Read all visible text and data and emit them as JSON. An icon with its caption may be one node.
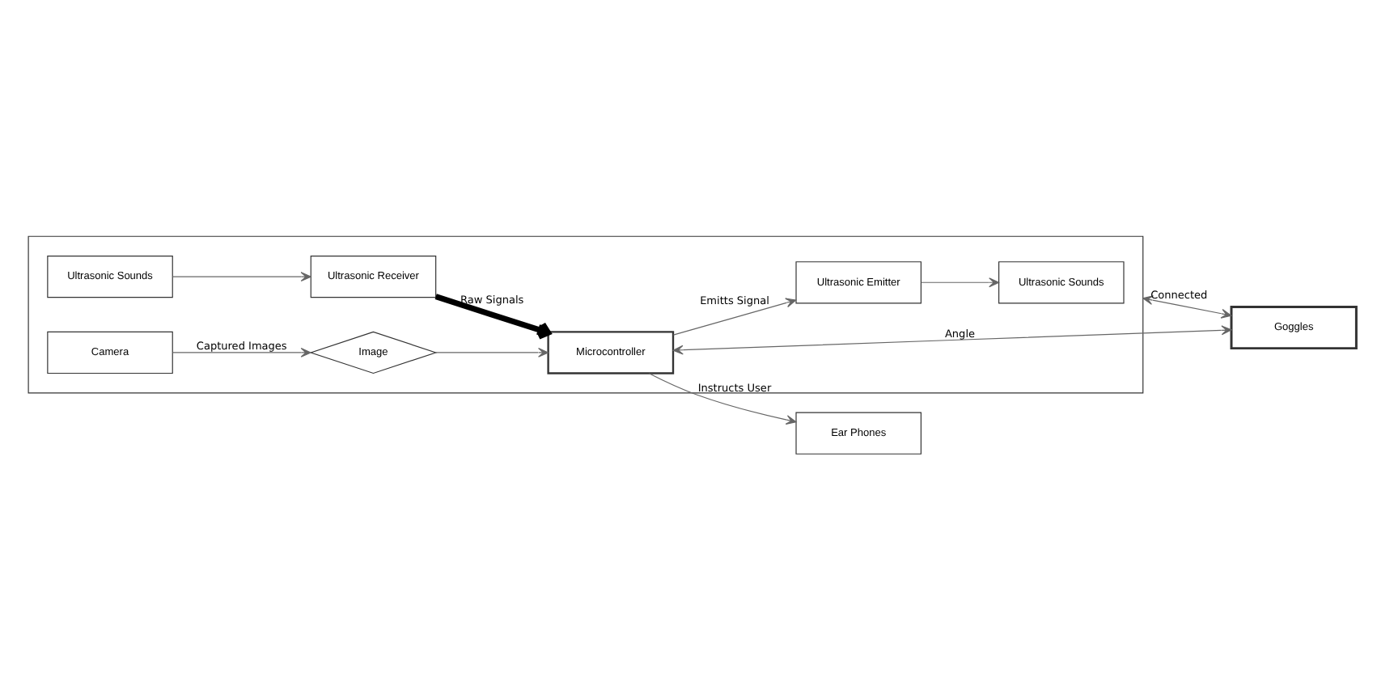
{
  "diagram": {
    "nodes": [
      {
        "text": [],
        "shape": "box"
      },
      {
        "text": [
          "Ultrasonic Sounds"
        ],
        "in": 0
      },
      {
        "text": [
          "Ultrasonic Sounds"
        ],
        "in": 0
      },
      {
        "text": [
          "Ultrasonic Emitter"
        ],
        "in": 0
      },
      {
        "text": [
          "Microcontroller"
        ],
        "in": 0
      },
      {
        "text": [
          "Ultrasonic Receiver"
        ],
        "in": 0
      },
      {
        "text": [
          "Camera"
        ],
        "in": 0
      },
      {
        "text": [
          "Image"
        ],
        "in": 0
      },
      {
        "text": [
          "Goggles"
        ]
      },
      {
        "text": [
          "Ear Phones"
        ]
      }
    ],
    "edges": [
      {
        "from": 0,
        "to": 8,
        "arrow": "both",
        "label": "Connected"
      },
      {
        "from": 4,
        "to": 8,
        "arrow": "both",
        "label": "Angle"
      },
      {
        "from": 3,
        "to": 1,
        "arrow": "to"
      },
      {
        "from": 2,
        "to": 5,
        "arrow": "to"
      },
      {
        "from": 4,
        "to": 3,
        "arrow": "to",
        "label": "Emitts Signal"
      },
      {
        "from": 5,
        "to": 4,
        "arrow": "to",
        "label": "Raw Signals",
        "style": "thick",
        "color": "#000000"
      },
      {
        "from": 4,
        "to": 9,
        "arrow": "to",
        "label": "Instructs User"
      },
      {
        "from": 6,
        "to": 7,
        "arrow": "to",
        "label": "Captured Images"
      },
      {
        "from": 7,
        "to": 4,
        "arrow": "to"
      }
    ]
  }
}
